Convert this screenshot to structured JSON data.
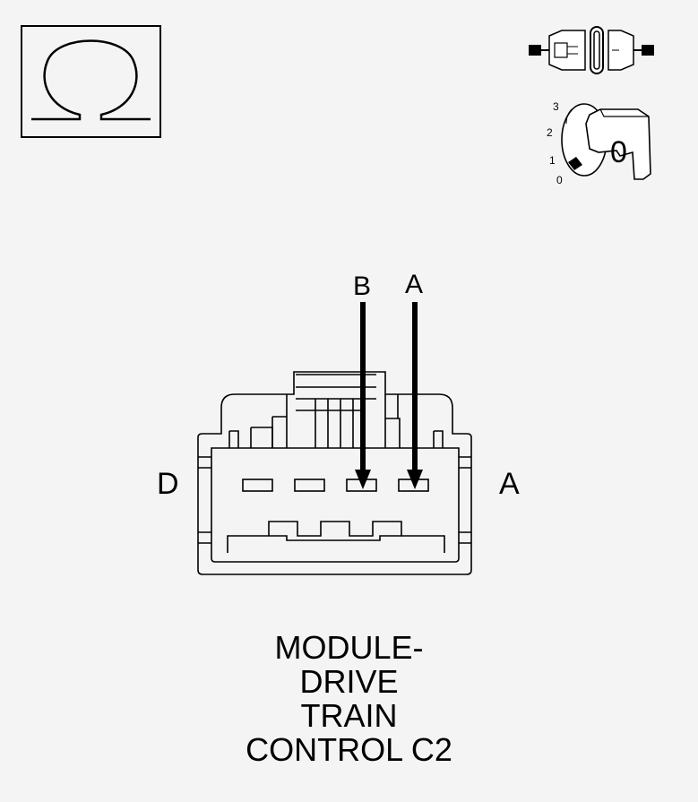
{
  "icons": {
    "resistance": "ohm-meter-icon",
    "fuse": "fuse-removed-icon",
    "ignition": "ignition-key-off-icon"
  },
  "ignition": {
    "positions": [
      "3",
      "2",
      "1",
      "0"
    ],
    "key_position": "0"
  },
  "connector": {
    "pin_labels": [
      "B",
      "A"
    ],
    "end_left": "D",
    "end_right": "A"
  },
  "caption": {
    "lines": [
      "MODULE-",
      "DRIVE",
      "TRAIN",
      "CONTROL C2"
    ]
  }
}
